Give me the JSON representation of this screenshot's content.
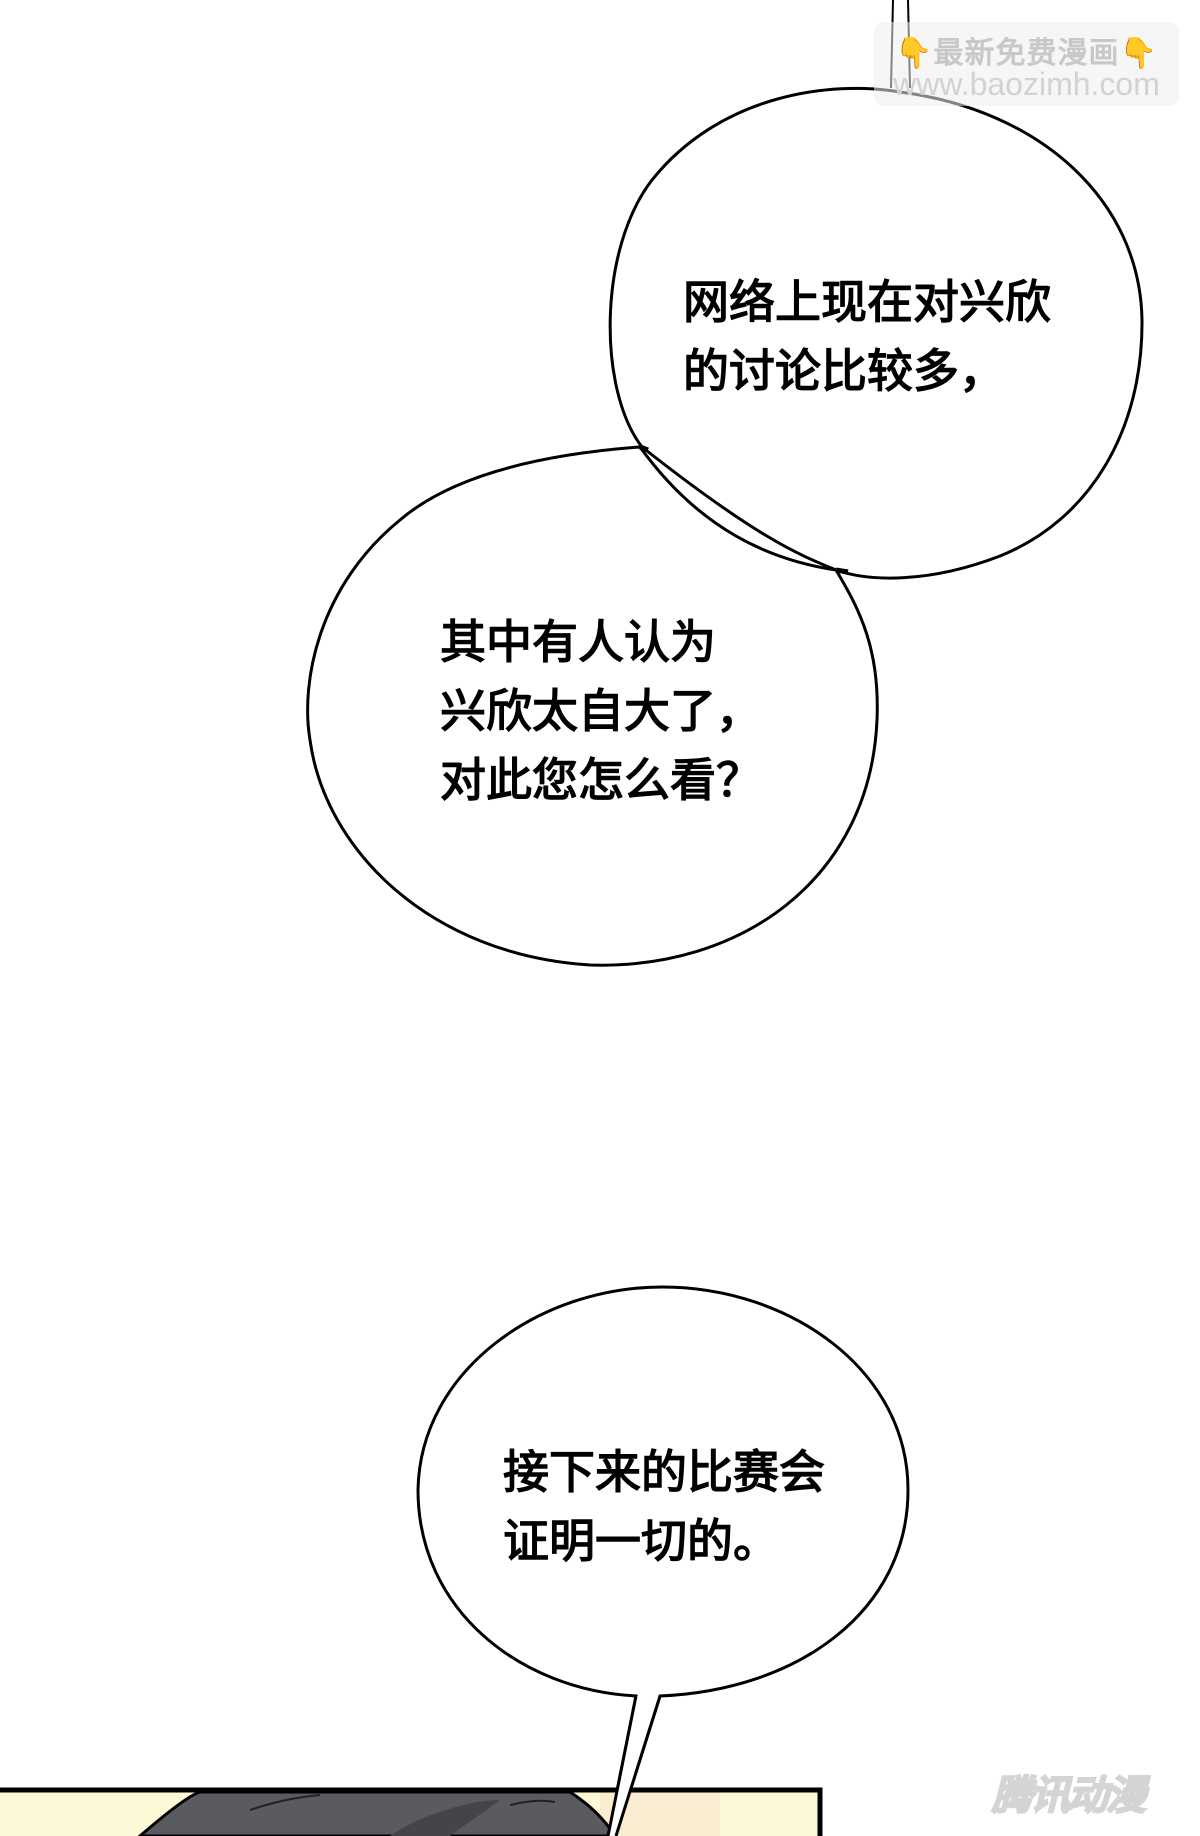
{
  "page": {
    "background": "#ffffff"
  },
  "watermark_top": {
    "line1": "最新免费漫画",
    "line2": "www.baozimh.com",
    "left_icon": "pointing-down-hand-icon",
    "right_icon": "pointing-down-hand-icon",
    "hand_glyph": "👇"
  },
  "bubbles": [
    {
      "id": "bubble-1",
      "lines": [
        "网络上现在对兴欣",
        "的讨论比较多，"
      ]
    },
    {
      "id": "bubble-2",
      "lines": [
        "其中有人认为",
        "兴欣太自大了，",
        "对此您怎么看？"
      ]
    },
    {
      "id": "bubble-3",
      "lines": [
        "接下来的比赛会",
        "证明一切的。"
      ]
    }
  ],
  "panel": {
    "border_color": "#000000",
    "hair_color": "#5a5b5f",
    "hair_shadow": "#44454b",
    "background_glow": "#fdf8d6"
  },
  "brand_watermark": {
    "text": "腾讯动漫"
  }
}
